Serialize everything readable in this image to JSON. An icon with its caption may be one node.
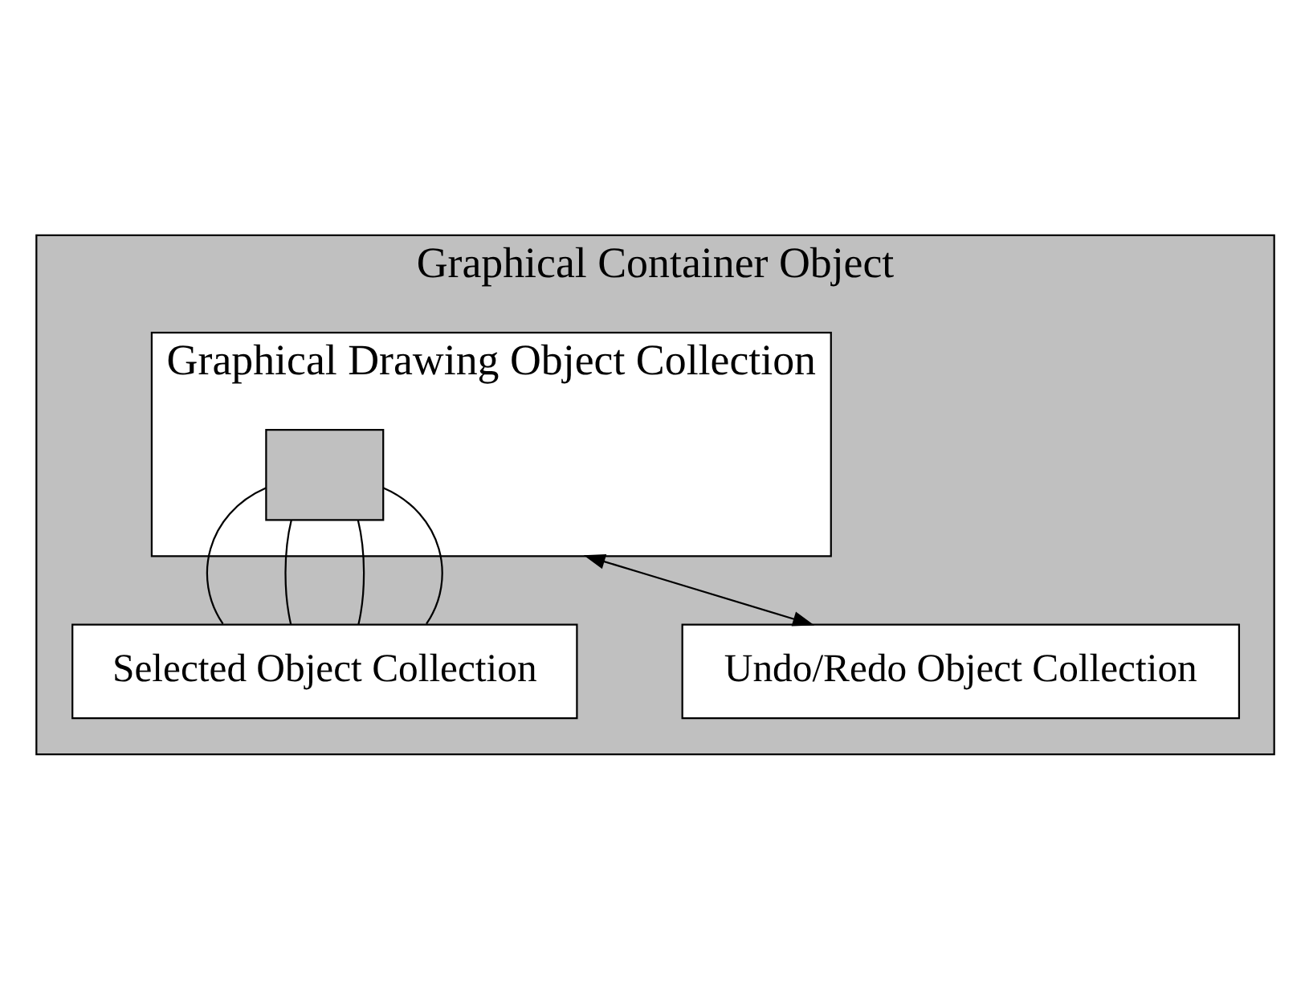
{
  "diagram": {
    "nodes": [
      {
        "text": [
          "Graphical Container Object"
        ]
      },
      {
        "text": [
          "Graphical Drawing Object Collection"
        ],
        "in": 0
      },
      {
        "text": [],
        "shape": "box",
        "in": 1
      },
      {
        "text": [
          "Selected Object Collection"
        ],
        "in": 0
      },
      {
        "text": [
          "Undo/Redo Object Collection"
        ],
        "in": 0
      }
    ],
    "edges": [
      {
        "from": 2,
        "to": 3,
        "arrow": "none"
      },
      {
        "from": 2,
        "to": 3,
        "arrow": "none"
      },
      {
        "from": 2,
        "to": 3,
        "arrow": "none"
      },
      {
        "from": 2,
        "to": 3,
        "arrow": "none"
      },
      {
        "from": 1,
        "to": 4,
        "arrow": "both"
      }
    ]
  }
}
